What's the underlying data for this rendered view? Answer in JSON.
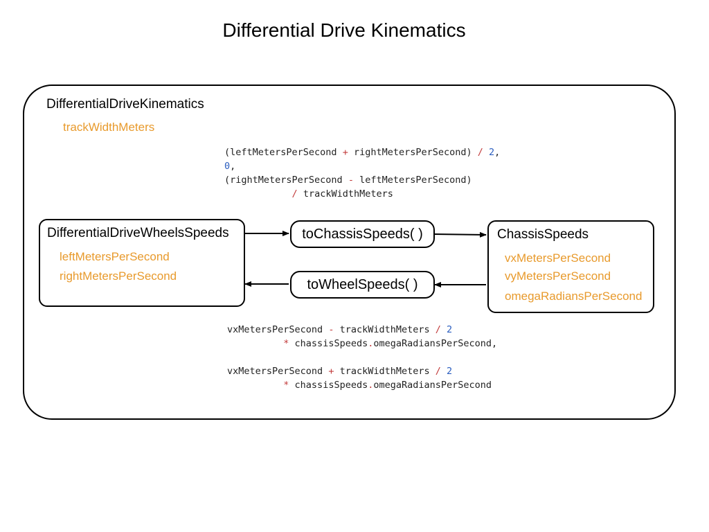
{
  "title": "Differential Drive Kinematics",
  "container": {
    "class_name": "DifferentialDriveKinematics",
    "field": "trackWidthMeters"
  },
  "wheel_speeds_box": {
    "class_name": "DifferentialDriveWheelsSpeeds",
    "fields": [
      "leftMetersPerSecond",
      "rightMetersPerSecond"
    ]
  },
  "chassis_speeds_box": {
    "class_name": "ChassisSpeeds",
    "fields": [
      "vxMetersPerSecond",
      "vyMetersPerSecond",
      "omegaRadiansPerSecond"
    ]
  },
  "methods": {
    "to_chassis": "toChassisSpeeds( )",
    "to_wheels": "toWheelSpeeds( )"
  },
  "formula_top": {
    "line1_a": "(leftMetersPerSecond ",
    "line1_op": "+",
    "line1_b": " rightMetersPerSecond) ",
    "line1_div": "/",
    "line1_num": " 2",
    "line1_end": ",",
    "line2_num": "0",
    "line2_end": ",",
    "line3_a": "(rightMetersPerSecond ",
    "line3_op": "-",
    "line3_b": " leftMetersPerSecond)",
    "line4_indent": "            ",
    "line4_op": "/",
    "line4_b": " trackWidthMeters"
  },
  "formula_bottom": {
    "l1_a": "vxMetersPerSecond ",
    "l1_op": "-",
    "l1_b": " trackWidthMeters ",
    "l1_div": "/",
    "l1_num": " 2",
    "l2_indent": "          ",
    "l2_op": "*",
    "l2_b": " chassisSpeeds",
    "l2_dot": ".",
    "l2_c": "omegaRadiansPerSecond,",
    "l3_a": "vxMetersPerSecond ",
    "l3_op": "+",
    "l3_b": " trackWidthMeters ",
    "l3_div": "/",
    "l3_num": " 2",
    "l4_indent": "          ",
    "l4_op": "*",
    "l4_b": " chassisSpeeds",
    "l4_dot": ".",
    "l4_c": "omegaRadiansPerSecond"
  },
  "colors": {
    "field": "#e89a2c",
    "operator": "#c23b3b",
    "number": "#2a5dbf"
  }
}
